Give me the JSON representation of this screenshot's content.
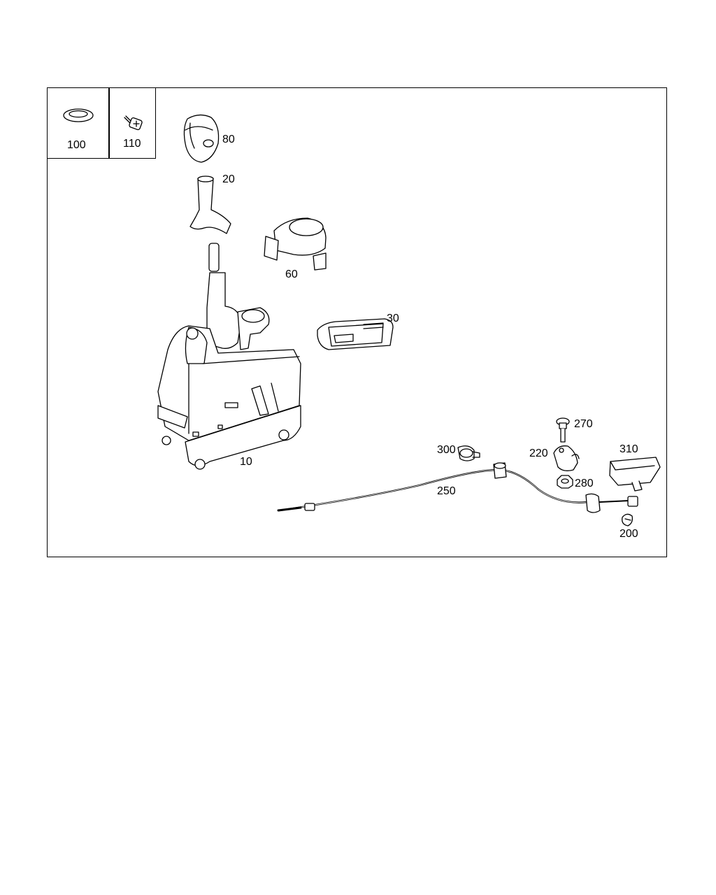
{
  "callouts": {
    "p100": "100",
    "p110": "110",
    "p80": "80",
    "p20": "20",
    "p60": "60",
    "p30": "30",
    "p10": "10",
    "p300": "300",
    "p270": "270",
    "p220": "220",
    "p280": "280",
    "p310": "310",
    "p250": "250",
    "p200": "200"
  }
}
